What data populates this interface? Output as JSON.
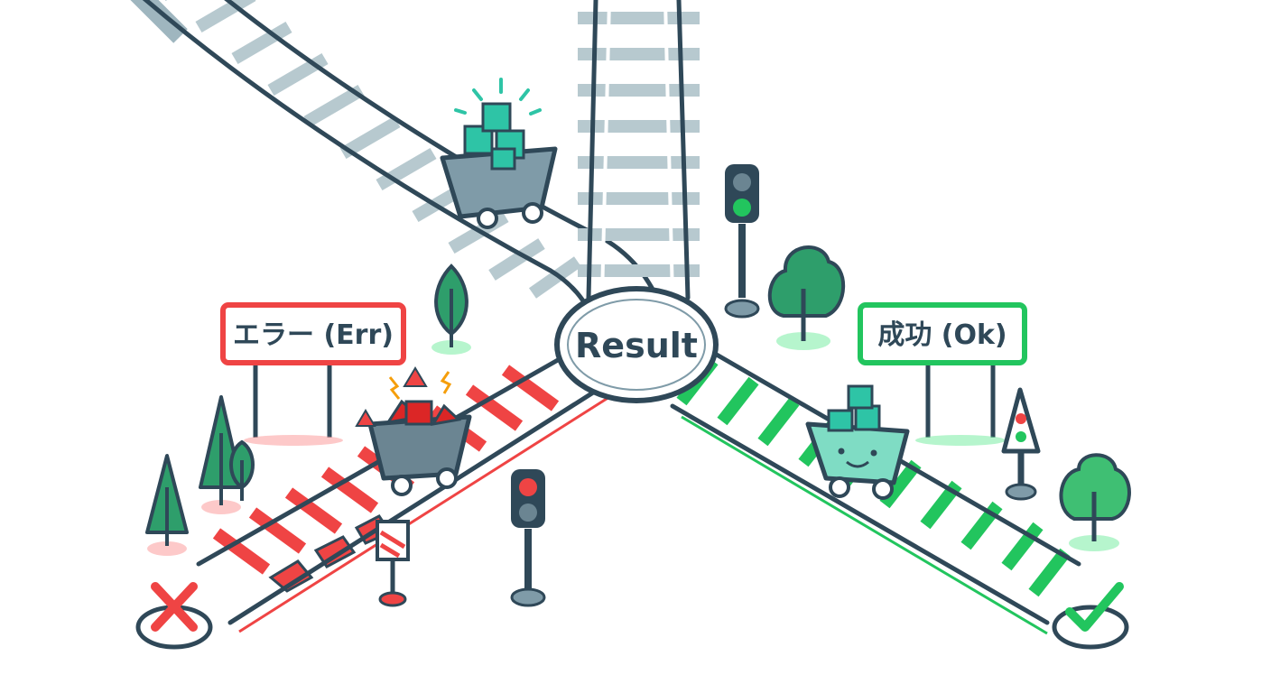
{
  "hub": {
    "label": "Result"
  },
  "signs": {
    "err": {
      "label": "エラー (Err)",
      "color": "#ef4444"
    },
    "ok": {
      "label": "成功 (Ok)",
      "color": "#22c55e"
    }
  },
  "outcomes": {
    "err_icon": "x-mark-icon",
    "ok_icon": "check-mark-icon"
  },
  "colors": {
    "outline": "#2f4858",
    "track_neutral": "#7f9ba8",
    "track_err": "#ef4444",
    "track_ok": "#22c55e",
    "cargo_teal": "#2ec4a6",
    "tree": "#2e9e6b"
  }
}
